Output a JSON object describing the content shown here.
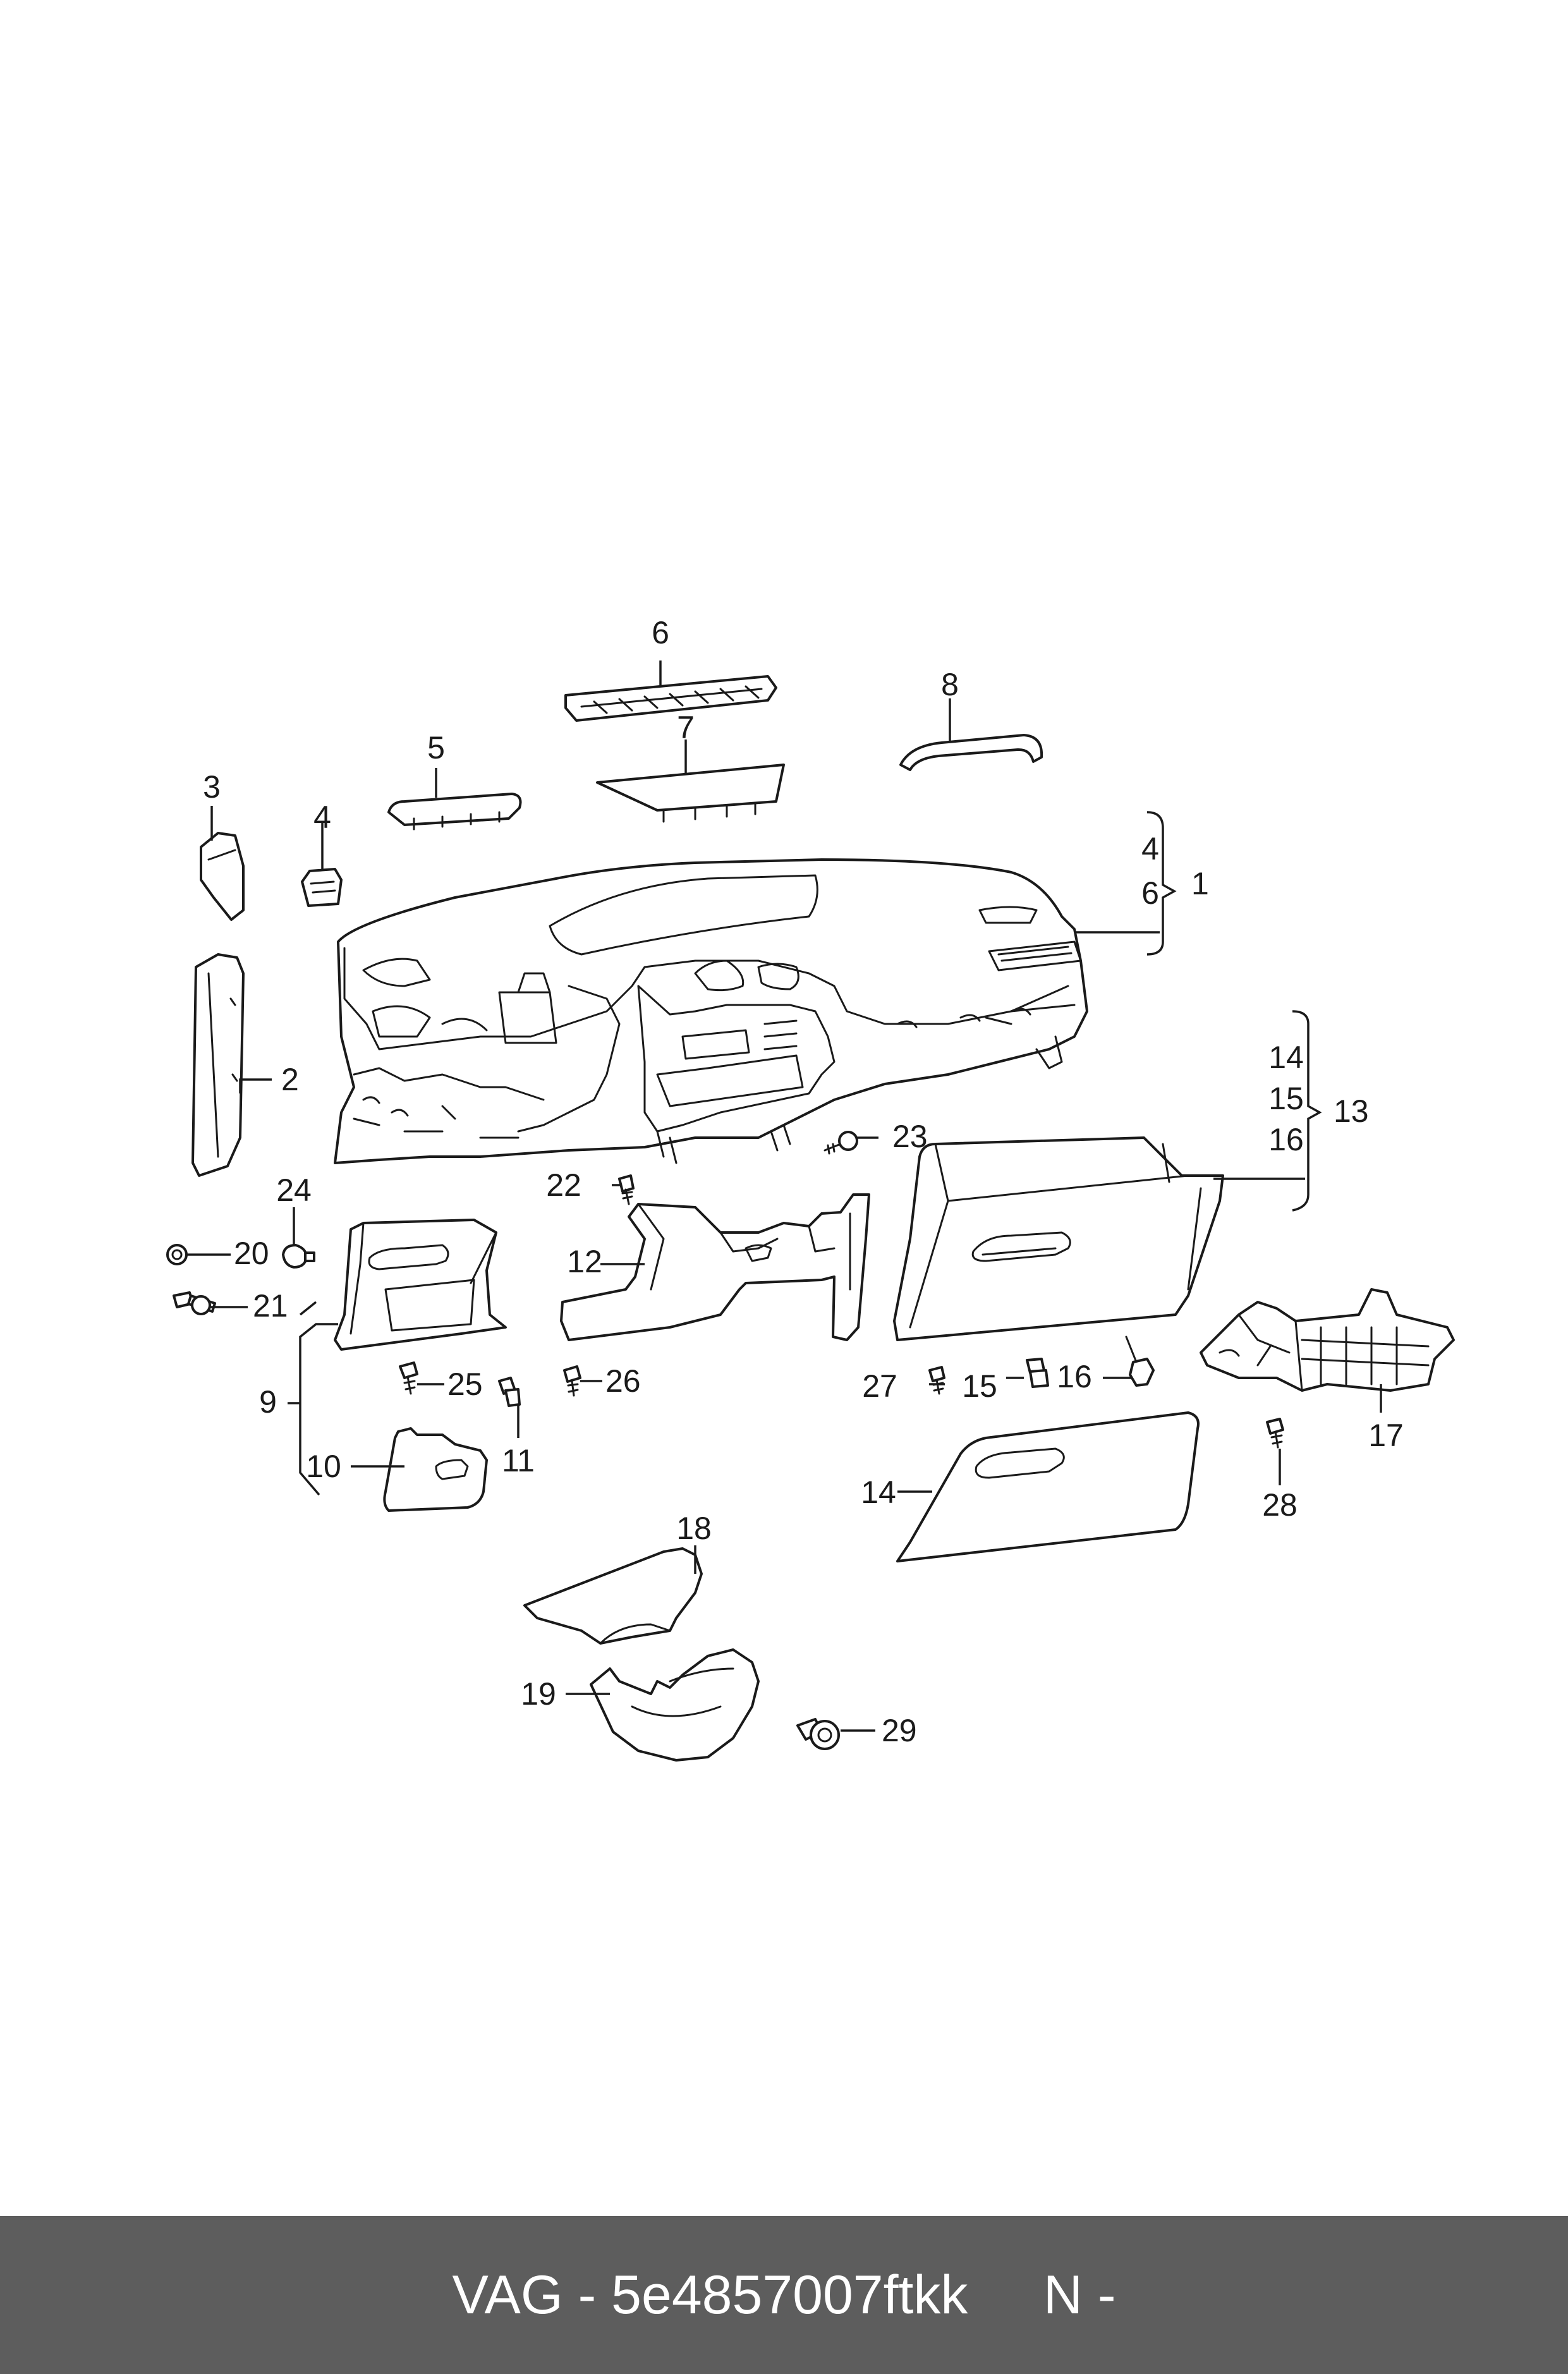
{
  "colors": {
    "background": "#ffffff",
    "line": "#1a1a1a",
    "footer_background": "#5d5d5d",
    "footer_text": "#ffffff"
  },
  "footer": {
    "brand": "VAG",
    "separator1": " - ",
    "part_number": "5e4857007ftkk",
    "gap": "     ",
    "suffix": "N -"
  },
  "callouts": {
    "c1": "1",
    "c2": "2",
    "c3": "3",
    "c4": "4",
    "c5": "5",
    "c6": "6",
    "c7": "7",
    "c8": "8",
    "c9": "9",
    "c10": "10",
    "c11": "11",
    "c12": "12",
    "c13": "13",
    "c14": "14",
    "c15": "15",
    "c16": "16",
    "c17": "17",
    "c18": "18",
    "c19": "19",
    "c20": "20",
    "c21": "21",
    "c22": "22",
    "c23": "23",
    "c24": "24",
    "c25": "25",
    "c26": "26",
    "c27": "27",
    "c28": "28",
    "c29": "29",
    "b1_top": "4",
    "b1_bottom": "6",
    "b13_top": "14",
    "b13_mid": "15",
    "b13_bottom": "16"
  }
}
